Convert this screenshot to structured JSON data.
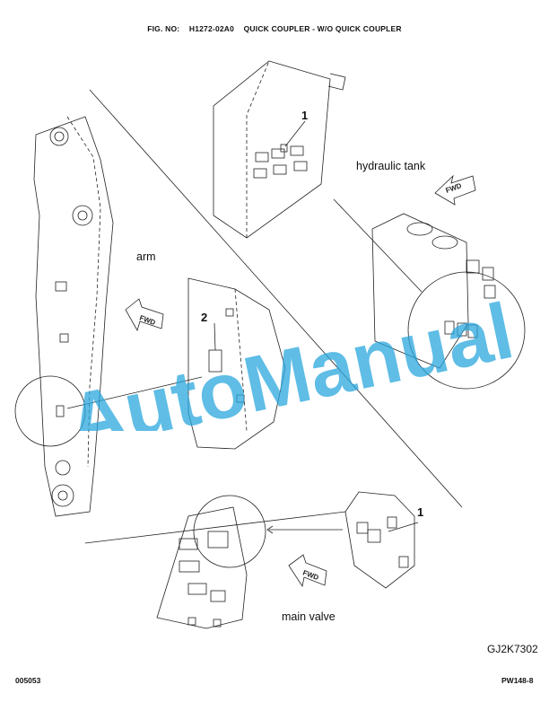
{
  "header": {
    "fig_label": "FIG. NO:",
    "fig_number": "H1272-02A0",
    "fig_title": "QUICK COUPLER - W/O QUICK COUPLER"
  },
  "labels": {
    "hydraulic_tank": "hydraulic tank",
    "arm": "arm",
    "main_valve": "main valve"
  },
  "callouts": {
    "top": "1",
    "arm_part": "2",
    "valve": "1"
  },
  "fwd_arrows": [
    "FWD",
    "FWD",
    "FWD"
  ],
  "watermark": "AutoManual",
  "drawing_id": "GJ2K7302",
  "footer": {
    "left": "005053",
    "right": "PW148-8"
  },
  "colors": {
    "line": "#222222",
    "watermark": "#2aa7de"
  }
}
